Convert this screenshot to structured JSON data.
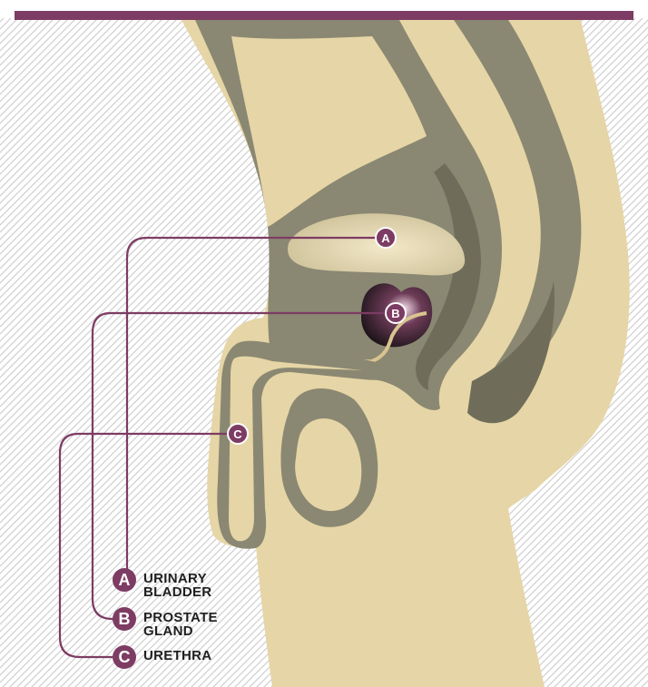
{
  "colors": {
    "accent": "#7d3c63",
    "skin": "#e6d5a6",
    "skin_shadow": "#d8c490",
    "organ": "#8a8872",
    "organ_dark": "#6f6d5a",
    "hatch": "#c9c9c9"
  },
  "markers": [
    {
      "letter": "A"
    },
    {
      "letter": "B"
    },
    {
      "letter": "C"
    }
  ],
  "legend": [
    {
      "letter": "A",
      "label": "URINARY\nBLADDER"
    },
    {
      "letter": "B",
      "label": "PROSTATE\nGLAND"
    },
    {
      "letter": "C",
      "label": "URETHRA"
    }
  ]
}
